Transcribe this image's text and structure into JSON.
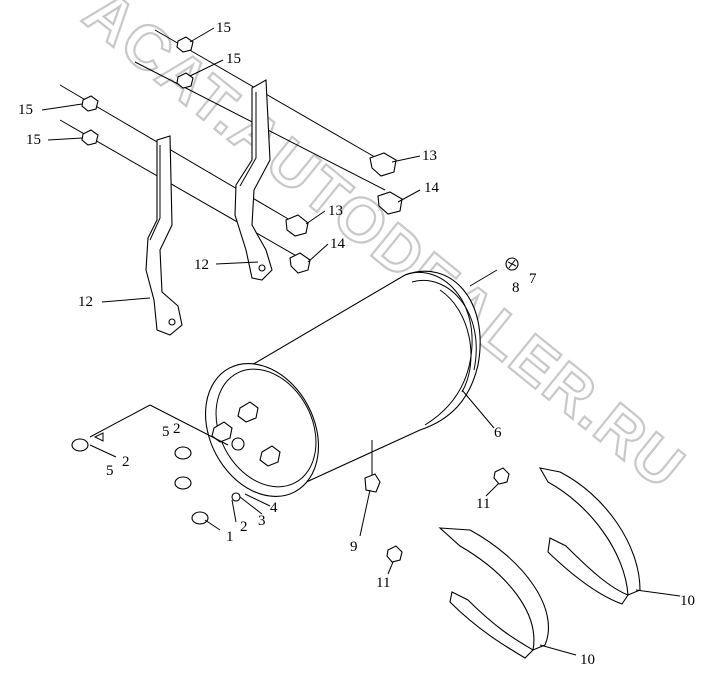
{
  "watermark": {
    "text": "ACAT.AUTODEALER.RU"
  },
  "callouts": {
    "c15a": "15",
    "c15b": "15",
    "c15c": "15",
    "c15d": "15",
    "c13a": "13",
    "c13b": "13",
    "c14a": "14",
    "c14b": "14",
    "c12a": "12",
    "c12b": "12",
    "c7": "7",
    "c8": "8",
    "c6": "6",
    "c5a": "5",
    "c2a": "2",
    "c5b": "5",
    "c2b": "2",
    "c4": "4",
    "c3": "3",
    "c2c": "2",
    "c1": "1",
    "c9": "9",
    "c11a": "11",
    "c11b": "11",
    "c10a": "10",
    "c10b": "10"
  }
}
